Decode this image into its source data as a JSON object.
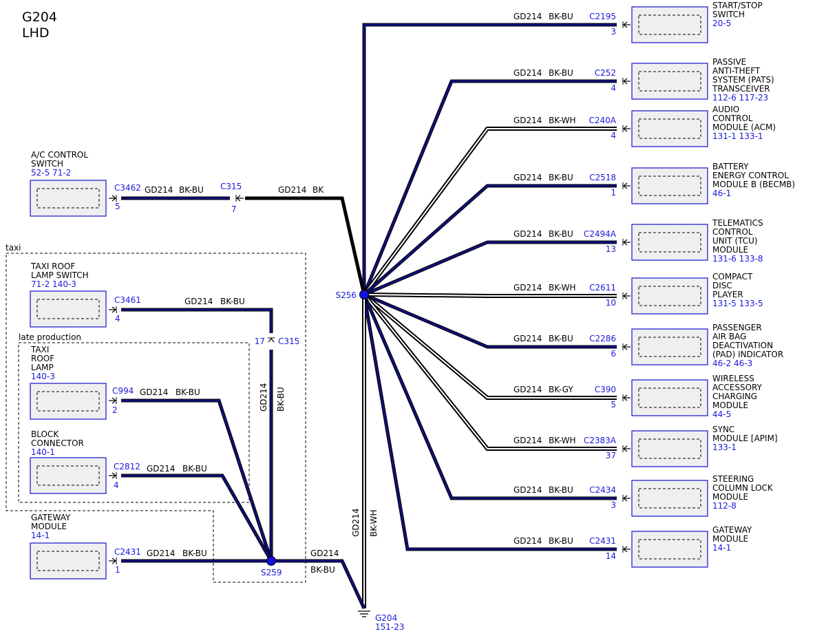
{
  "title": {
    "line1": "G204",
    "line2": "LHD"
  },
  "colors": {
    "bk_bu": "#10107a",
    "bk_bu_edge": "#000000",
    "bk": "#000000",
    "bk_wh_core": "#ffffff",
    "splice": "#1010e0",
    "ref_text": "#1a1adc"
  },
  "splices": {
    "s256": "S256",
    "s259": "S259"
  },
  "ground": {
    "name": "G204",
    "ref": "151-23",
    "wire_circuit": "GD214",
    "wire_color": "BK-WH"
  },
  "groups": {
    "taxi": "taxi",
    "late": "late production"
  },
  "left_components": [
    {
      "name_lines": [
        "A/C CONTROL",
        "SWITCH"
      ],
      "refs": "52-5   71-2",
      "connector": "C3462",
      "pin": "5",
      "circuit": "GD214",
      "color": "BK-BU"
    },
    {
      "name_lines": [
        "TAXI ROOF",
        "LAMP SWITCH"
      ],
      "refs": "71-2   140-3",
      "connector": "C3461",
      "pin": "4",
      "circuit": "GD214",
      "color": "BK-BU"
    },
    {
      "name_lines": [
        "TAXI",
        "ROOF",
        "LAMP"
      ],
      "refs": "140-3",
      "connector": "C994",
      "pin": "2",
      "circuit": "GD214",
      "color": "BK-BU"
    },
    {
      "name_lines": [
        "BLOCK",
        "CONNECTOR"
      ],
      "refs": "140-1",
      "connector": "C2812",
      "pin": "4",
      "circuit": "GD214",
      "color": "BK-BU"
    },
    {
      "name_lines": [
        "GATEWAY",
        "MODULE"
      ],
      "refs": "14-1",
      "connector": "C2431",
      "pin": "1",
      "circuit": "GD214",
      "color": "BK-BU"
    }
  ],
  "inline_c315_top": {
    "connector": "C315",
    "pin": "7",
    "circuit": "GD214",
    "color": "BK"
  },
  "inline_c315_vert": {
    "connector": "C315",
    "pin": "17",
    "circuit": "GD214",
    "color": "BK-BU"
  },
  "s259_out": {
    "circuit": "GD214",
    "color": "BK-BU"
  },
  "right_components": [
    {
      "name_lines": [
        "START/STOP",
        "SWITCH"
      ],
      "refs": "20-5",
      "connector": "C2195",
      "pin": "3",
      "circuit": "GD214",
      "color": "BK-BU"
    },
    {
      "name_lines": [
        "PASSIVE",
        "ANTI-THEFT",
        "SYSTEM (PATS)",
        "TRANSCEIVER"
      ],
      "refs": "112-6   117-23",
      "connector": "C252",
      "pin": "4",
      "circuit": "GD214",
      "color": "BK-BU"
    },
    {
      "name_lines": [
        "AUDIO",
        "CONTROL",
        "MODULE (ACM)"
      ],
      "refs": "131-1   133-1",
      "connector": "C240A",
      "pin": "4",
      "circuit": "GD214",
      "color": "BK-WH"
    },
    {
      "name_lines": [
        "BATTERY",
        "ENERGY CONTROL",
        "MODULE B (BECMB)"
      ],
      "refs": "46-1",
      "connector": "C2518",
      "pin": "1",
      "circuit": "GD214",
      "color": "BK-BU"
    },
    {
      "name_lines": [
        "TELEMATICS",
        "CONTROL",
        "UNIT (TCU)",
        "MODULE"
      ],
      "refs": "131-6   133-8",
      "connector": "C2494A",
      "pin": "13",
      "circuit": "GD214",
      "color": "BK-BU"
    },
    {
      "name_lines": [
        "COMPACT",
        "DISC",
        "PLAYER"
      ],
      "refs": "131-5   133-5",
      "connector": "C2611",
      "pin": "10",
      "circuit": "GD214",
      "color": "BK-WH"
    },
    {
      "name_lines": [
        "PASSENGER",
        "AIR BAG",
        "DEACTIVATION",
        "(PAD) INDICATOR"
      ],
      "refs": "46-2   46-3",
      "connector": "C2286",
      "pin": "6",
      "circuit": "GD214",
      "color": "BK-BU"
    },
    {
      "name_lines": [
        "WIRELESS",
        "ACCESSORY",
        "CHARGING",
        "MODULE"
      ],
      "refs": "44-5",
      "connector": "C390",
      "pin": "5",
      "circuit": "GD214",
      "color": "BK-GY"
    },
    {
      "name_lines": [
        "SYNC",
        "MODULE [APIM]"
      ],
      "refs": "133-1",
      "connector": "C2383A",
      "pin": "37",
      "circuit": "GD214",
      "color": "BK-WH"
    },
    {
      "name_lines": [
        "STEERING",
        "COLUMN LOCK",
        "MODULE"
      ],
      "refs": "112-8",
      "connector": "C2434",
      "pin": "3",
      "circuit": "GD214",
      "color": "BK-BU"
    },
    {
      "name_lines": [
        "GATEWAY",
        "MODULE"
      ],
      "refs": "14-1",
      "connector": "C2431",
      "pin": "14",
      "circuit": "GD214",
      "color": "BK-BU"
    }
  ]
}
